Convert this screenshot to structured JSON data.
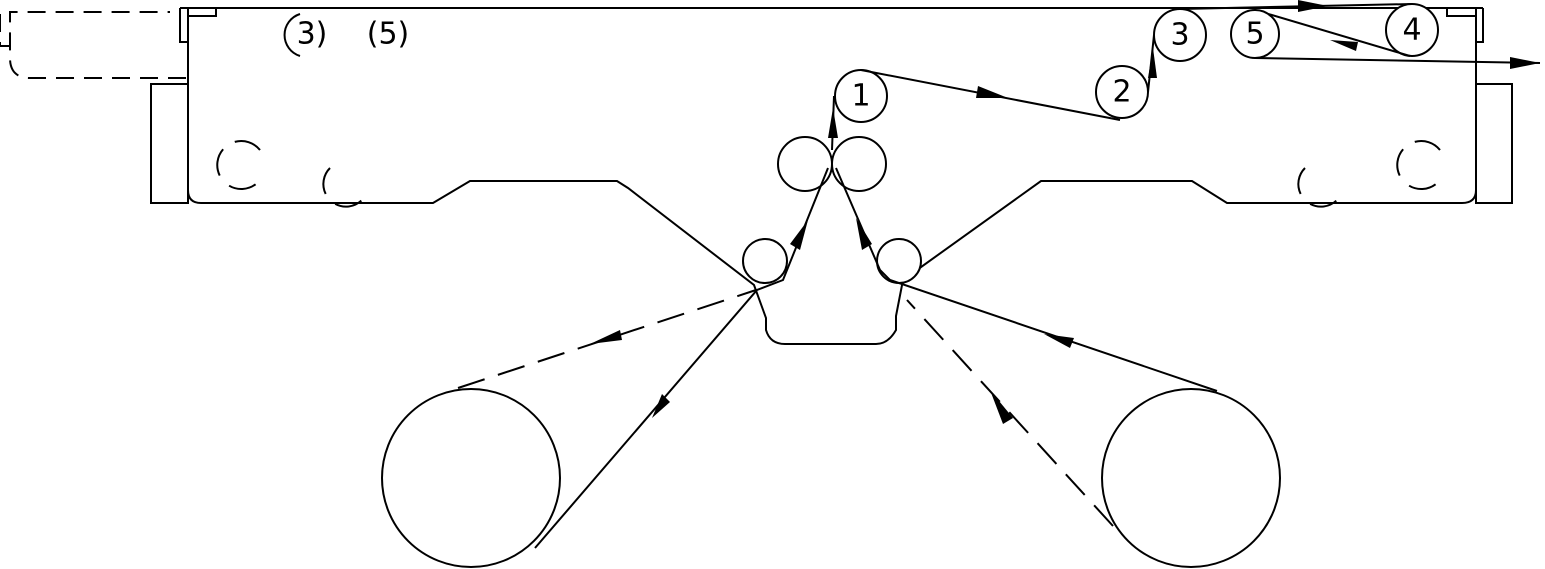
{
  "labels": {
    "left_3": "3)",
    "left_5": "(5)",
    "roll_1": "1",
    "roll_2": "2",
    "roll_3": "3",
    "roll_4": "4",
    "roll_5": "5"
  },
  "colors": {
    "line": "#000000",
    "background": "#ffffff"
  }
}
